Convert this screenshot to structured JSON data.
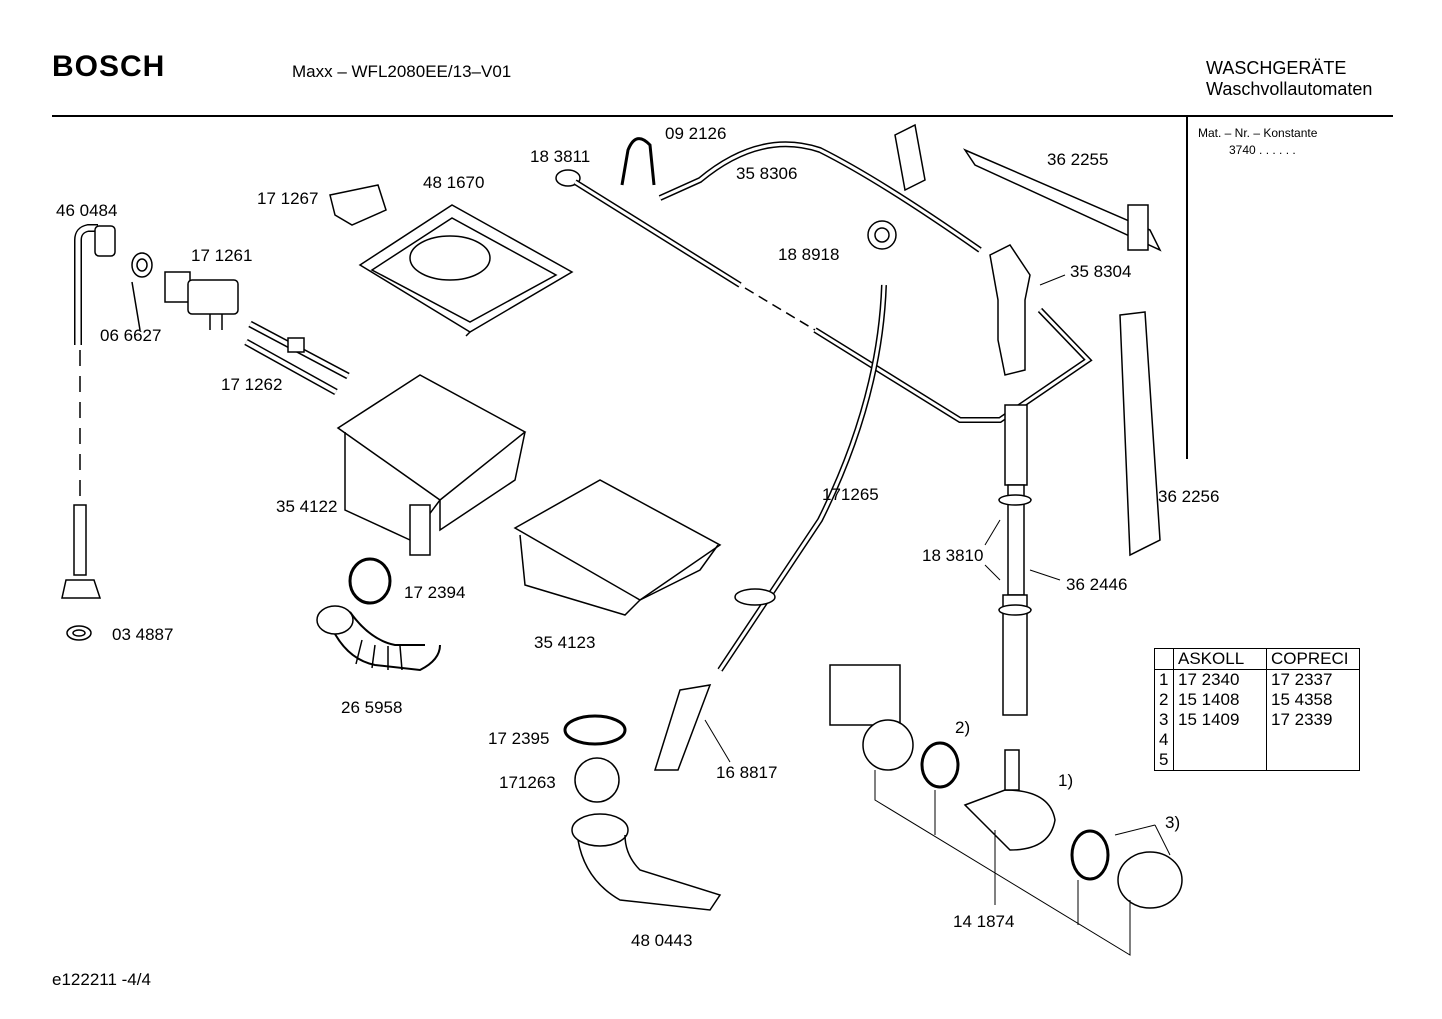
{
  "header": {
    "brand": "BOSCH",
    "model": "Maxx – WFL2080EE/13–V01",
    "category_line1": "WASCHGERÄTE",
    "category_line2": "Waschvollautomaten"
  },
  "material_info": {
    "label": "Mat. – Nr. – Konstante",
    "value": "3740  .  .  .  .  .  ."
  },
  "part_numbers": [
    "46 0484",
    "06 6627",
    "17 1261",
    "17 1267",
    "48 1670",
    "18 3811",
    "09 2126",
    "35 8306",
    "36 2255",
    "18 8918",
    "35 8304",
    "17 1262",
    "35 4122",
    "171265",
    "36 2256",
    "18 3810",
    "36 2446",
    "17 2394",
    "03 4887",
    "35 4123",
    "26 5958",
    "17 2395",
    "16 8817",
    "171263",
    "2)",
    "1)",
    "3)",
    "14 1874",
    "48 0443"
  ],
  "supplier_table": {
    "headers": [
      "",
      "ASKOLL",
      "COPRECI"
    ],
    "rows": [
      [
        "1",
        "17 2340",
        "17 2337"
      ],
      [
        "2",
        "15 1408",
        "15 4358"
      ],
      [
        "3",
        "15 1409",
        "17 2339"
      ],
      [
        "4",
        "",
        ""
      ],
      [
        "5",
        "",
        ""
      ]
    ]
  },
  "footer": {
    "doc_id": "e122211 -4/4"
  }
}
